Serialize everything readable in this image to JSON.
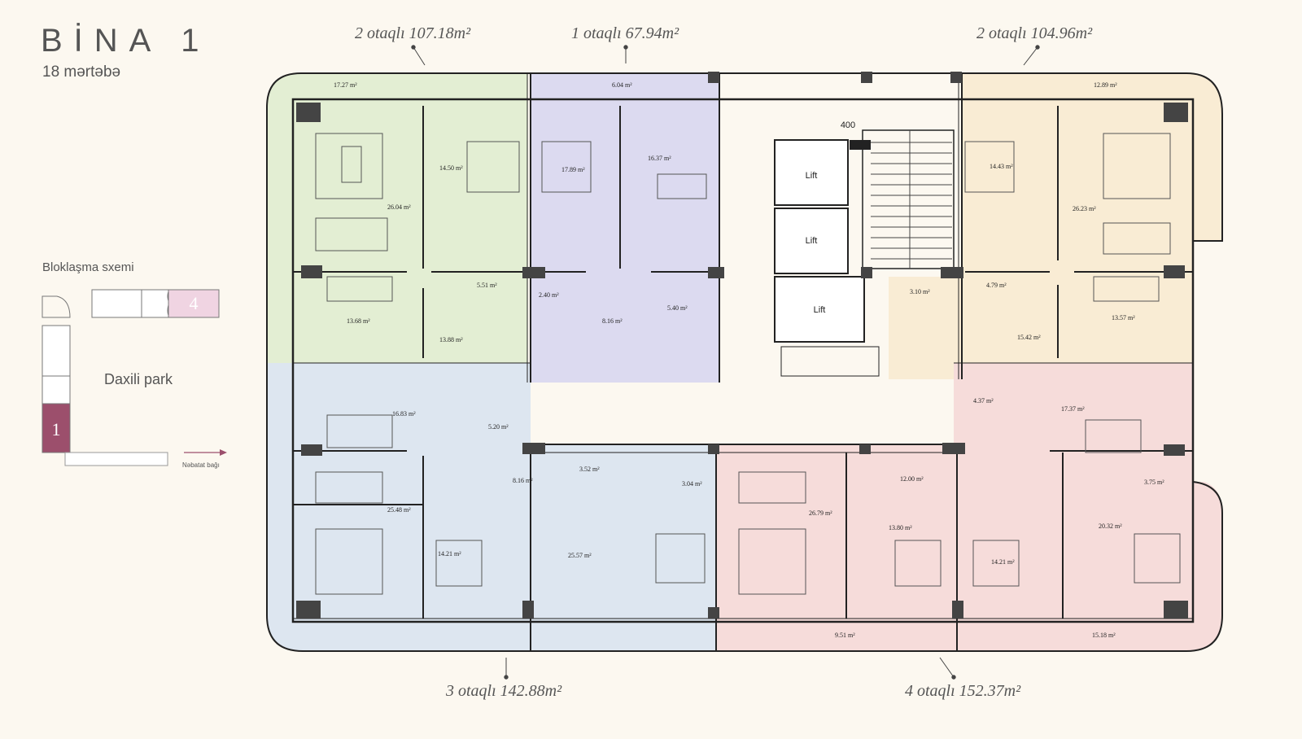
{
  "header": {
    "title": "BİNA 1",
    "floors": "18 mərtəbə"
  },
  "units": {
    "top_left": "2 otaqlı 107.18m²",
    "top_middle": "1 otaqlı 67.94m²",
    "top_right": "2 otaqlı 104.96m²",
    "bottom_left": "3 otaqlı 142.88m²",
    "bottom_right": "4 otaqlı 152.37m²"
  },
  "legend": {
    "title": "Bloklaşma sxemi",
    "park": "Daxili park",
    "block_4": "4",
    "block_1": "1",
    "garden": "Nəbatat bağı"
  },
  "colors": {
    "green_unit": "#e3eed3",
    "purple_unit": "#dcdaf0",
    "yellow_unit": "#f9ecd4",
    "blue_unit": "#dde6f0",
    "pink_unit": "#f6dcda",
    "highlight_4": "#f0d4e2",
    "highlight_1": "#9c4f6c"
  },
  "rooms": {
    "green": [
      "17.27 m²",
      "14.50 m²",
      "26.04 m²",
      "5.51 m²",
      "13.68 m²",
      "13.88 m²",
      "2.40 m²"
    ],
    "purple": [
      "6.04 m²",
      "17.89 m²",
      "16.37 m²",
      "8.16 m²",
      "5.40 m²"
    ],
    "yellow": [
      "12.89 m²",
      "14.43 m²",
      "26.23 m²",
      "3.10 m²",
      "4.79 m²",
      "13.57 m²",
      "15.42 m²"
    ],
    "blue": [
      "16.83 m²",
      "5.20 m²",
      "8.16 m²",
      "3.52 m²",
      "3.04 m²",
      "25.48 m²",
      "14.21 m²",
      "25.57 m²"
    ],
    "pink": [
      "4.37 m²",
      "17.37 m²",
      "12.00 m²",
      "3.75 m²",
      "26.79 m²",
      "13.80 m²",
      "14.21 m²",
      "20.32 m²",
      "9.51 m²",
      "15.18 m²"
    ]
  },
  "core": {
    "lift_1": "Lift",
    "lift_2": "Lift",
    "lift_3": "Lift",
    "dimension": "400"
  }
}
